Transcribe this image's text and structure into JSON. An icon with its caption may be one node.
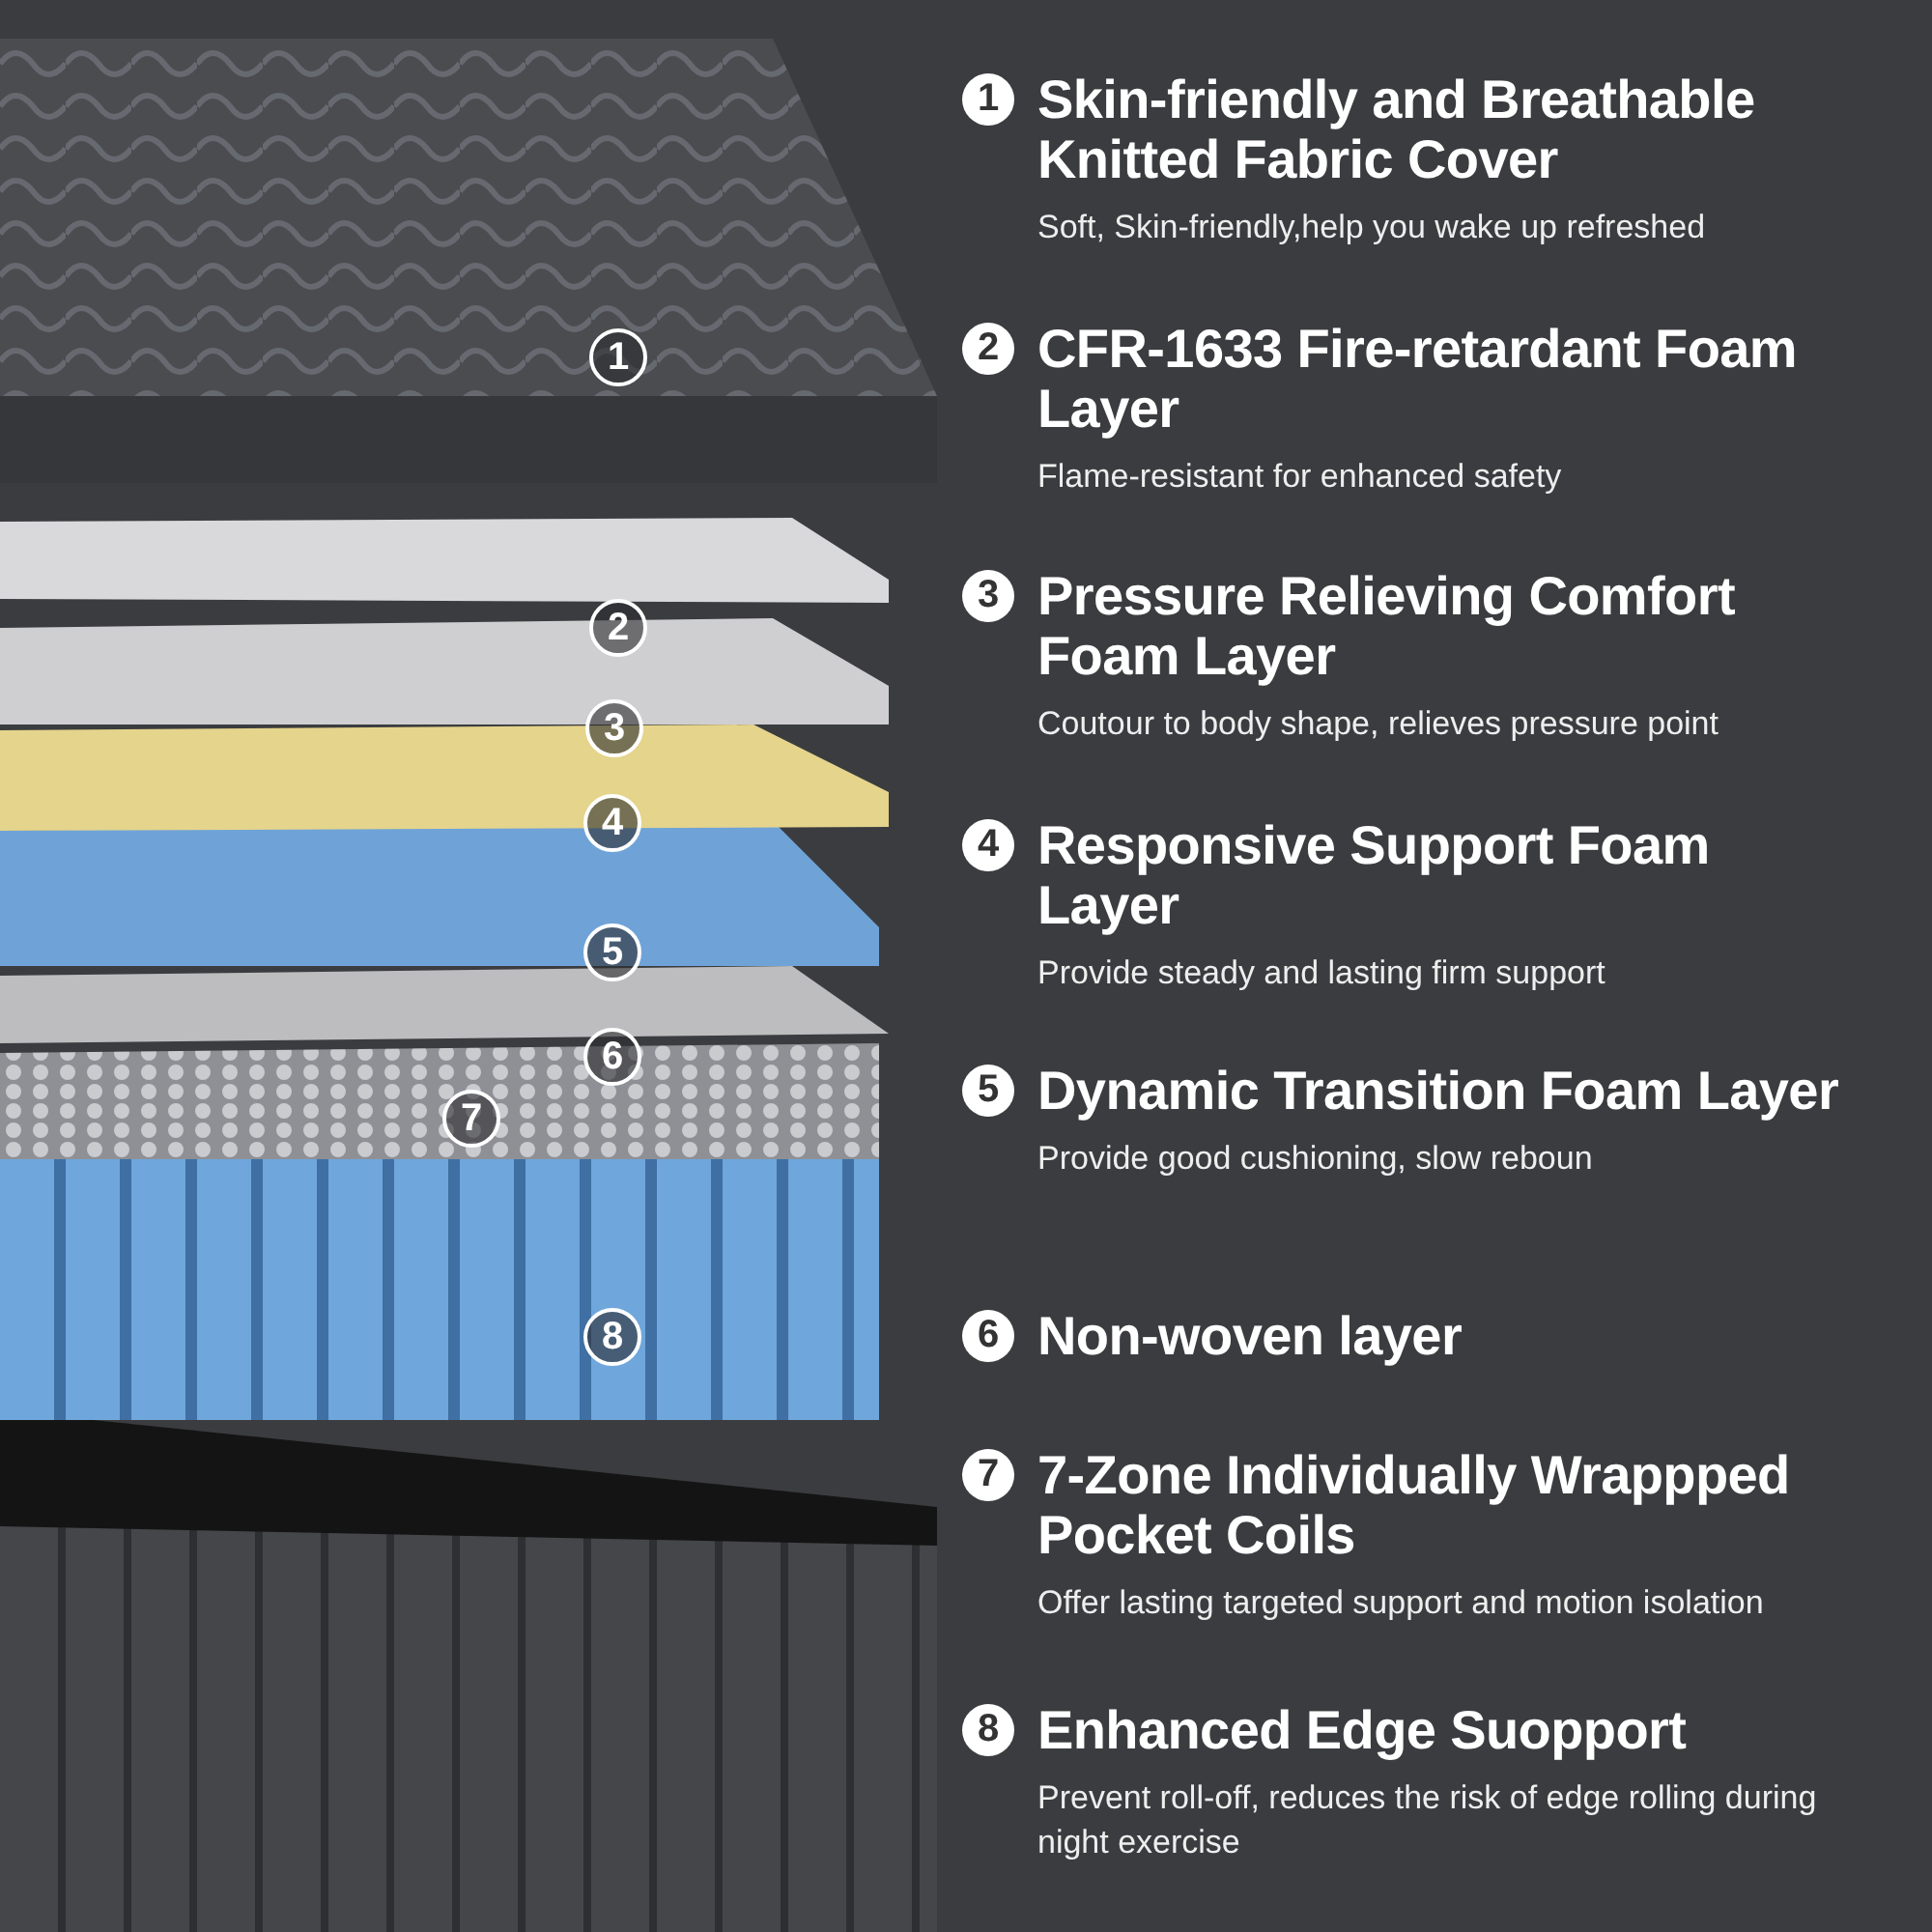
{
  "diagram": {
    "nodes": [
      {
        "text": [
          "1",
          "Skin-friendly and Breathable Knitted Fabric Cover",
          "Soft, Skin-friendly,help you wake up refreshed"
        ]
      },
      {
        "text": [
          "2",
          "CFR-1633 Fire-retardant Foam Layer",
          "Flame-resistant for enhanced safety"
        ]
      },
      {
        "text": [
          "3",
          "Pressure Relieving Comfort Foam Layer",
          "Coutour to body shape, relieves pressure point"
        ]
      },
      {
        "text": [
          "4",
          "Responsive Support Foam Layer",
          "Provide steady and lasting firm support"
        ]
      },
      {
        "text": [
          "5",
          "Dynamic Transition Foam Layer",
          "Provide good cushioning, slow reboun"
        ]
      },
      {
        "text": [
          "6",
          "Non-woven layer"
        ]
      },
      {
        "text": [
          "7",
          "7-Zone Individually Wrappped Pocket Coils",
          "Offer lasting targeted support and motion isolation"
        ]
      },
      {
        "text": [
          "8",
          "Enhanced Edge Suopport",
          "Prevent roll-off, reduces the risk of edge rolling during night exercise"
        ]
      }
    ],
    "labels": [
      "1",
      "2",
      "3",
      "4",
      "5",
      "6",
      "7",
      "8"
    ]
  }
}
